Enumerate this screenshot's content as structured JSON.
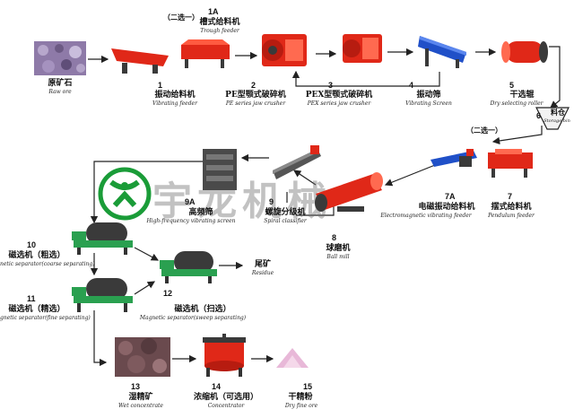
{
  "diagram": {
    "watermark": "宇龙机械",
    "colors": {
      "machine_red": "#e02818",
      "machine_dark": "#3a3a3a",
      "arrow": "#222222",
      "logo_green": "#1a9c38",
      "ore_purple": "#8e7aa8"
    },
    "choice_labels": [
      "（二选一）",
      "（二选一）"
    ],
    "nodes": [
      {
        "id": "raw-ore",
        "num": "",
        "zh": "原矿石",
        "en": "Raw ore"
      },
      {
        "id": "vibrating-feeder",
        "num": "1",
        "zh": "振动给料机",
        "en": "Vibrating feeder"
      },
      {
        "id": "trough-feeder",
        "num": "1A",
        "zh": "槽式给料机",
        "en": "Trough feeder"
      },
      {
        "id": "pe-jaw-crusher",
        "num": "2",
        "zh": "PE型颚式破碎机",
        "en": "PE series jaw crusher"
      },
      {
        "id": "pex-jaw-crusher",
        "num": "3",
        "zh": "PEX型颚式破碎机",
        "en": "PEX series jaw crusher"
      },
      {
        "id": "vibrating-screen",
        "num": "4",
        "zh": "振动筛",
        "en": "Vibrating Screen"
      },
      {
        "id": "dry-selecting-roller",
        "num": "5",
        "zh": "干选辊",
        "en": "Dry selecting roller"
      },
      {
        "id": "storage-bin",
        "num": "6",
        "zh": "料仓",
        "en": "Storage bin"
      },
      {
        "id": "pendulum-feeder",
        "num": "7",
        "zh": "摆式给料机",
        "en": "Pendulum feeder"
      },
      {
        "id": "em-vibrating-feeder",
        "num": "7A",
        "zh": "电磁振动给料机",
        "en": "Electromagnetic vibrating feeder"
      },
      {
        "id": "ball-mill",
        "num": "8",
        "zh": "球磨机",
        "en": "Ball mill"
      },
      {
        "id": "spiral-classifier",
        "num": "9",
        "zh": "螺旋分级机",
        "en": "Spiral classifier"
      },
      {
        "id": "hf-screen",
        "num": "9A",
        "zh": "高频筛",
        "en": "High-frequency vibrating screen"
      },
      {
        "id": "mag-sep-coarse",
        "num": "10",
        "zh": "磁选机（粗选）",
        "en": "netic separator(coarse separating)"
      },
      {
        "id": "mag-sep-fine",
        "num": "11",
        "zh": "磁选机（精选）",
        "en": "gnetic separator(fine separating)"
      },
      {
        "id": "mag-sep-sweep",
        "num": "12",
        "zh": "磁选机（扫选）",
        "en": "Magnetic separator(sweep separating)"
      },
      {
        "id": "residue",
        "num": "",
        "zh": "尾矿",
        "en": "Residue"
      },
      {
        "id": "wet-concentrate",
        "num": "13",
        "zh": "湿精矿",
        "en": "Wet concentrate"
      },
      {
        "id": "concentrator",
        "num": "14",
        "zh": "浓缩机（可选用）",
        "en": "Concentrator"
      },
      {
        "id": "dry-fine-ore",
        "num": "15",
        "zh": "干精粉",
        "en": "Dry fine ore"
      }
    ]
  }
}
